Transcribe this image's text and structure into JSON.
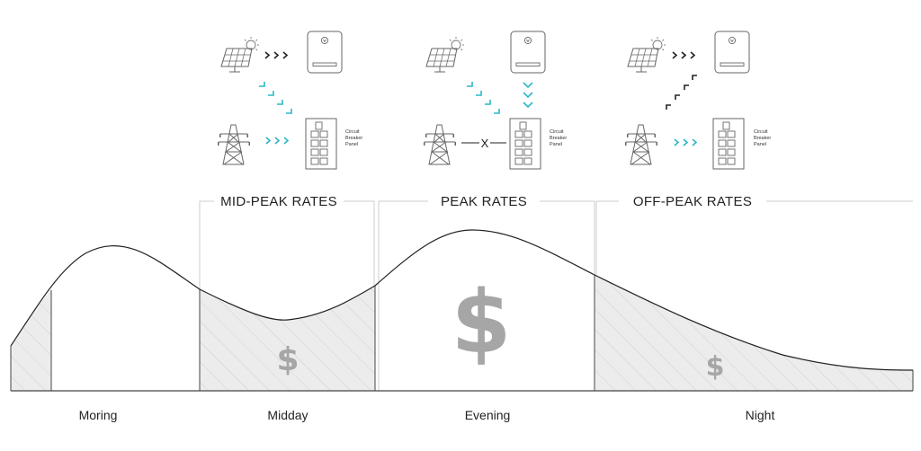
{
  "rates": {
    "mid_peak": "MID-PEAK RATES",
    "peak": "PEAK RATES",
    "off_peak": "OFF-PEAK RATES"
  },
  "periods": {
    "morning": "Moring",
    "midday": "Midday",
    "evening": "Evening",
    "night": "Night"
  },
  "panel_label": [
    "Circuit",
    "Breaker",
    "Panel"
  ],
  "grid_disconnected_mark": "X",
  "price_symbol": "$",
  "colors": {
    "flow_accent": "#2bb8c8",
    "flow_dark": "#222222",
    "line": "#555555",
    "hatch_fill": "#ececec",
    "dollar": "#a6a6a6",
    "icon_stroke": "#666666"
  },
  "icons": [
    "solar-panel-sun-icon",
    "battery-icon",
    "power-tower-icon",
    "circuit-breaker-panel-icon"
  ]
}
